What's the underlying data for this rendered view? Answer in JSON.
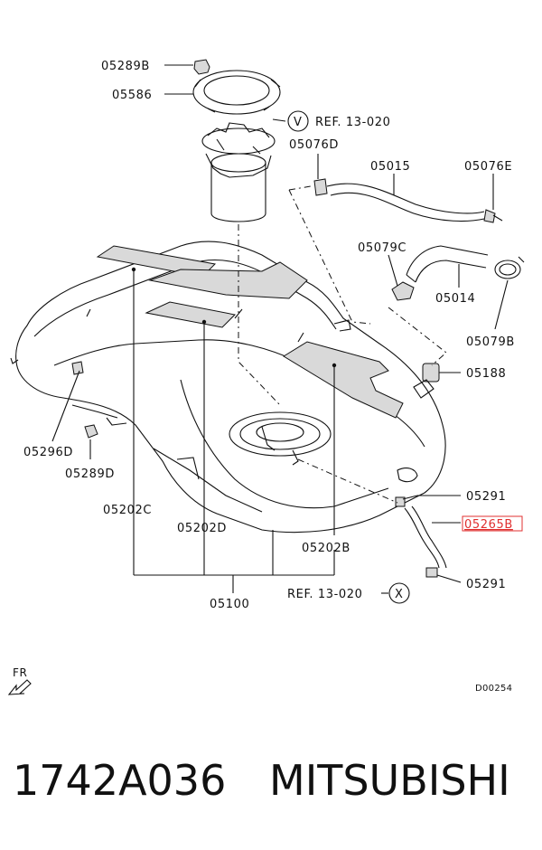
{
  "callouts": {
    "c05289B_top": "05289B",
    "c05586": "05586",
    "ref_v": "REF. 13-020",
    "marker_v": "V",
    "c05076D": "05076D",
    "c05015": "05015",
    "c05076E": "05076E",
    "c05079C": "05079C",
    "c05014": "05014",
    "c05079B": "05079B",
    "c05188": "05188",
    "c05296D": "05296D",
    "c05289D": "05289D",
    "c05202C": "05202C",
    "c05202D": "05202D",
    "c05202B": "05202B",
    "c05291_upper": "05291",
    "c05265B": "05265B",
    "c05291_lower": "05291",
    "c05100": "05100",
    "ref_x": "REF. 13-020",
    "marker_x": "X",
    "fr": "FR",
    "diagram_id": "D00254"
  },
  "caption": {
    "part_number": "1742A036",
    "brand": "MITSUBISHI"
  },
  "colors": {
    "highlight": "#e03030",
    "ink": "#111111"
  }
}
